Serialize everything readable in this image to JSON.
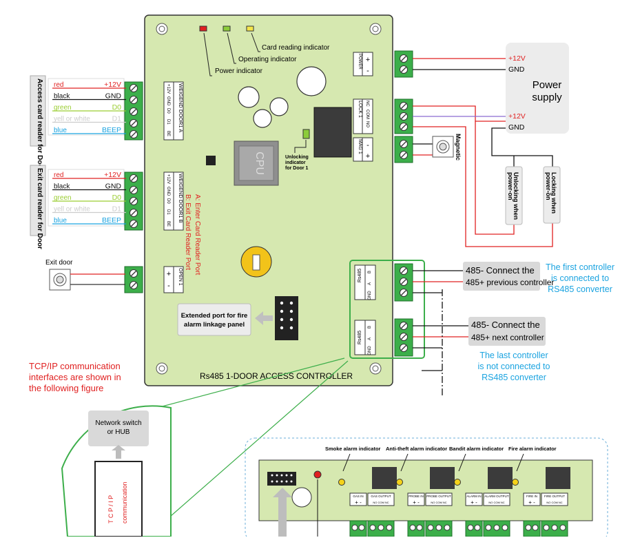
{
  "board": {
    "title": "Rs485 1-DOOR ACCESS CONTROLLER",
    "indicators": {
      "card_reading": "Card reading indicator",
      "operating": "Operating indicator",
      "power": "Power indicator",
      "unlocking": [
        "Unlocking",
        "indicator",
        "for Door 1"
      ]
    },
    "chip_label": "CPU",
    "reader_ports_note": [
      "A:  Enter Card Reader Port",
      "B:  Exit Card Reader Port"
    ],
    "extended_port": [
      "Extended port for fire",
      "alarm linkage panel"
    ],
    "terminals": {
      "power": [
        "POWER",
        "+",
        "-"
      ],
      "lock": [
        "LOCK 1",
        "NC",
        "COM",
        "NO"
      ],
      "mag": [
        "MAG 1",
        "-",
        "+"
      ],
      "wiegand_a": [
        "WEIGEND DOOR1  A",
        "+12V",
        "GND",
        "D0",
        "D1",
        "BE"
      ],
      "wiegand_b": [
        "WEIGEND DOOR1  B",
        "+12V",
        "GND",
        "D0",
        "D1",
        "BE"
      ],
      "open": [
        "OPEN 1",
        "+",
        "-"
      ],
      "rs485": [
        "Rs485",
        "GND",
        "A",
        "B"
      ]
    }
  },
  "reader_a": {
    "side_label": "Access card reader for Door",
    "wires": [
      {
        "name": "red",
        "signal": "+12V",
        "color": "#e02020"
      },
      {
        "name": "black",
        "signal": "GND",
        "color": "#111111"
      },
      {
        "name": "green",
        "signal": "D0",
        "color": "#9acd32"
      },
      {
        "name": "yell or white",
        "signal": "D1",
        "color": "#cccccc"
      },
      {
        "name": "blue",
        "signal": "BEEP",
        "color": "#1aa3e0"
      }
    ]
  },
  "reader_b": {
    "side_label": "Exit card reader for Door",
    "wires": [
      {
        "name": "red",
        "signal": "+12V",
        "color": "#e02020"
      },
      {
        "name": "black",
        "signal": "GND",
        "color": "#111111"
      },
      {
        "name": "green",
        "signal": "D0",
        "color": "#9acd32"
      },
      {
        "name": "yell or white",
        "signal": "D1",
        "color": "#cccccc"
      },
      {
        "name": "blue",
        "signal": "BEEP",
        "color": "#1aa3e0"
      }
    ]
  },
  "exit_door": "Exit door",
  "power_supply": {
    "title": [
      "Power",
      "supply"
    ],
    "v1": "+12V",
    "g1": "GND",
    "v2": "+12V",
    "g2": "GND"
  },
  "lock_notes": {
    "unlocking": [
      "Unlocking when",
      "power-on"
    ],
    "locking": [
      "Locking when",
      "power-on"
    ]
  },
  "magnetic": "Magnetic",
  "rs485_first": {
    "line1": "485- Connect the",
    "line2": "485+ previous controller",
    "note": [
      "The first controller",
      "is connected to",
      "RS485 converter"
    ]
  },
  "rs485_last": {
    "line1": "485- Connect the",
    "line2": "485+ next controller",
    "note": [
      "The last controller",
      "is not connected to",
      "RS485 converter"
    ]
  },
  "tcpip": {
    "note": [
      "TCP/IP communication",
      "interfaces are shown in",
      "the following figure"
    ],
    "switch": [
      "Network switch",
      "or HUB"
    ],
    "vertical": "T C P / I P",
    "vertical2": "communication"
  },
  "fire_panel": {
    "indicators": [
      "Smoke alarm indicator",
      "Anti-theft alarm indicator",
      "Bandit alarm indicator",
      "Fire alarm indicator"
    ],
    "ports": [
      "GAS IN",
      "GAS OUTPUT",
      "PROBE IN",
      "PROBE OUTPUT",
      "ALARM IN",
      "ALARM OUTPUT",
      "FIRE IN",
      "FIRE OUTPUT"
    ]
  },
  "colors": {
    "board": "#d6e8b0",
    "terminal": "#3cae4a",
    "red_text": "#e02020",
    "blue_text": "#1aa3e0"
  }
}
